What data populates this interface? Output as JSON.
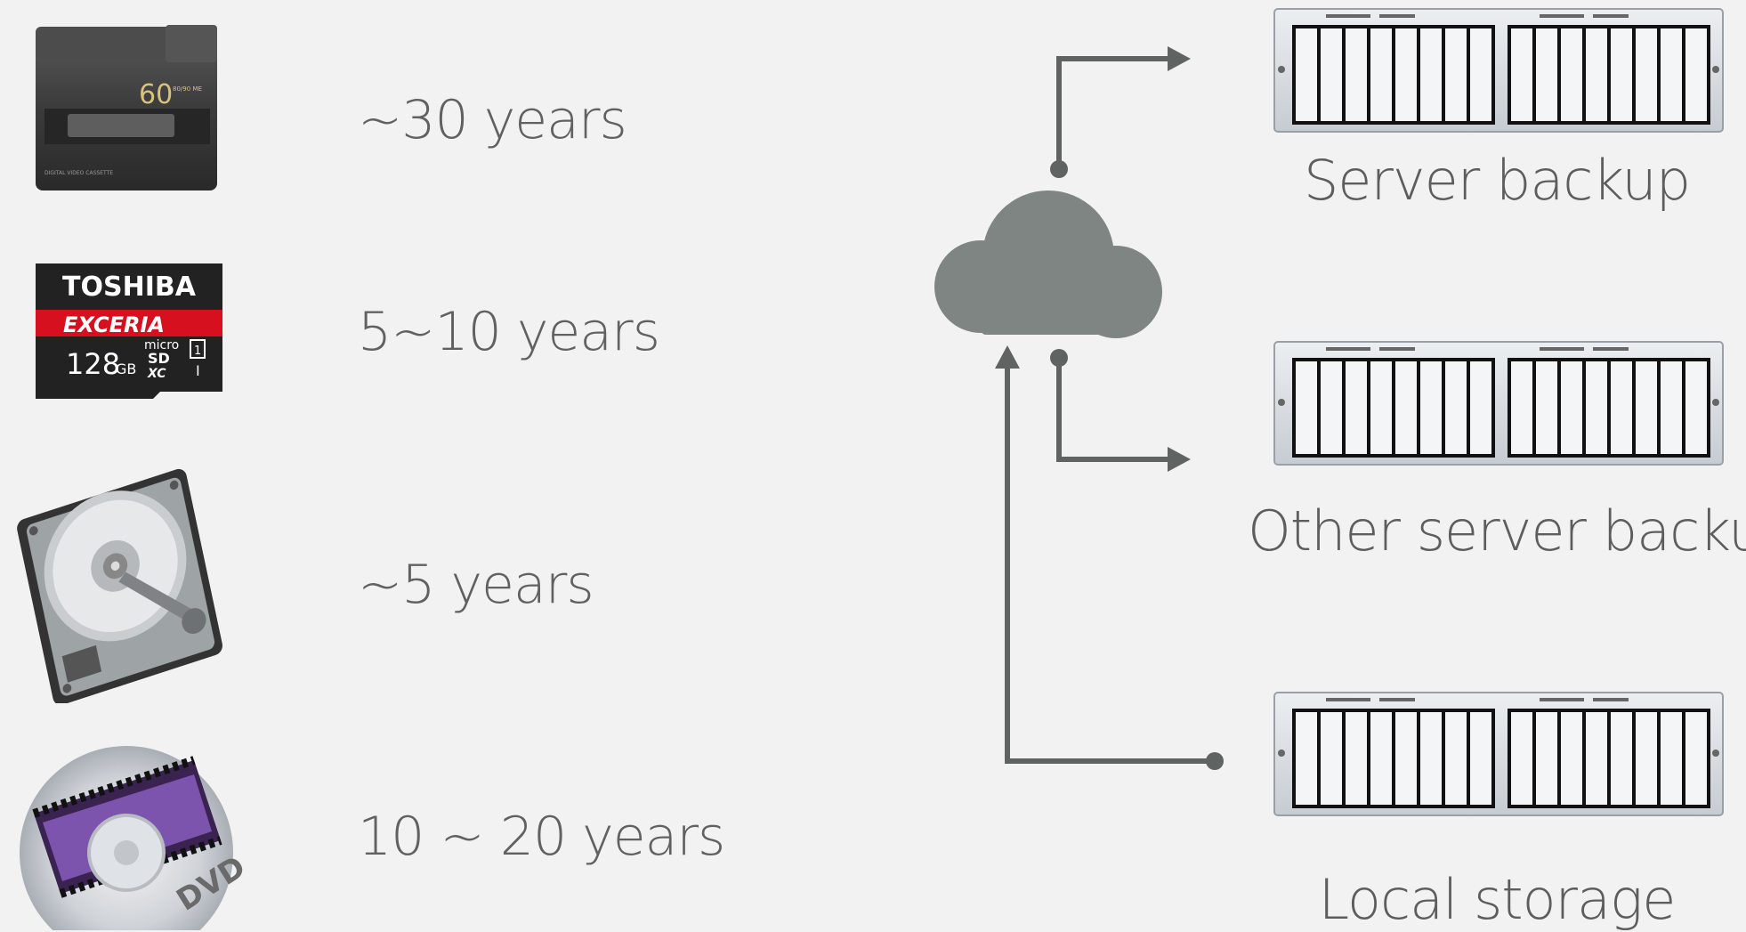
{
  "media": [
    {
      "name": "digital-video-cassette",
      "lifespan": "~30 years",
      "cassette_label": "60",
      "cassette_sub": "DIGITAL VIDEO CASSETTE",
      "cassette_side": "80/90 ME"
    },
    {
      "name": "microsd-card",
      "lifespan": "5~10 years",
      "brand": "TOSHIBA",
      "line": "EXCERIA",
      "capacity": "128",
      "capacity_unit": "GB",
      "logo_micro": "micro",
      "logo_sd": "SD",
      "logo_xc": "XC",
      "logo_class": "1",
      "logo_speed": "I"
    },
    {
      "name": "hard-disk-drive",
      "lifespan": "~5 years"
    },
    {
      "name": "dvd-disc",
      "lifespan": "10 ~ 20 years",
      "disc_logo": "DVD"
    }
  ],
  "diagram": {
    "cloud_color": "#7f8583",
    "line_color": "#5f6463",
    "servers": [
      {
        "label": "Server backup"
      },
      {
        "label": "Other server backup"
      },
      {
        "label": "Local storage"
      }
    ]
  }
}
